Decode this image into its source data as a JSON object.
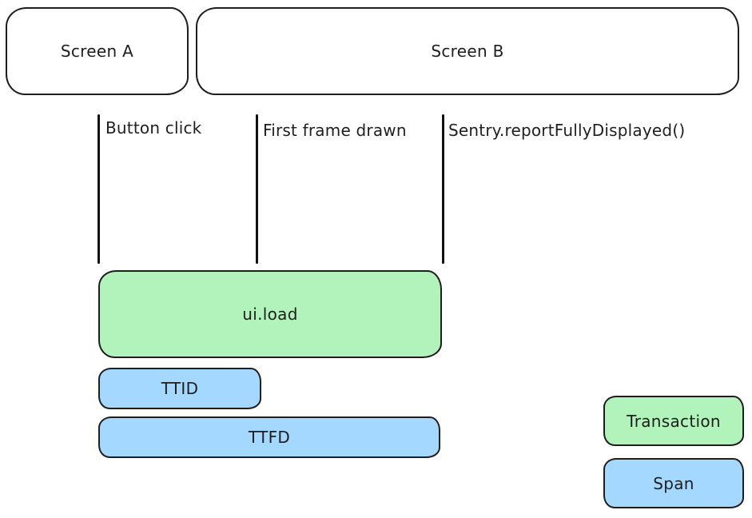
{
  "diagram": {
    "screens": {
      "a": {
        "label": "Screen A"
      },
      "b": {
        "label": "Screen B"
      }
    },
    "events": {
      "button_click": {
        "label": "Button click"
      },
      "first_frame_drawn": {
        "label": "First frame drawn"
      },
      "report_fully_displayed": {
        "label": "Sentry.reportFullyDisplayed()"
      }
    },
    "spans": {
      "ui_load": {
        "label": "ui.load",
        "kind": "transaction"
      },
      "ttid": {
        "label": "TTID",
        "kind": "span"
      },
      "ttfd": {
        "label": "TTFD",
        "kind": "span"
      }
    },
    "legend": {
      "transaction": {
        "label": "Transaction",
        "color": "#b2f2bb"
      },
      "span": {
        "label": "Span",
        "color": "#a5d8ff"
      }
    },
    "colors": {
      "transaction_fill": "#b2f2bb",
      "span_fill": "#a5d8ff",
      "stroke": "#1e1e1e",
      "background": "#ffffff"
    }
  }
}
